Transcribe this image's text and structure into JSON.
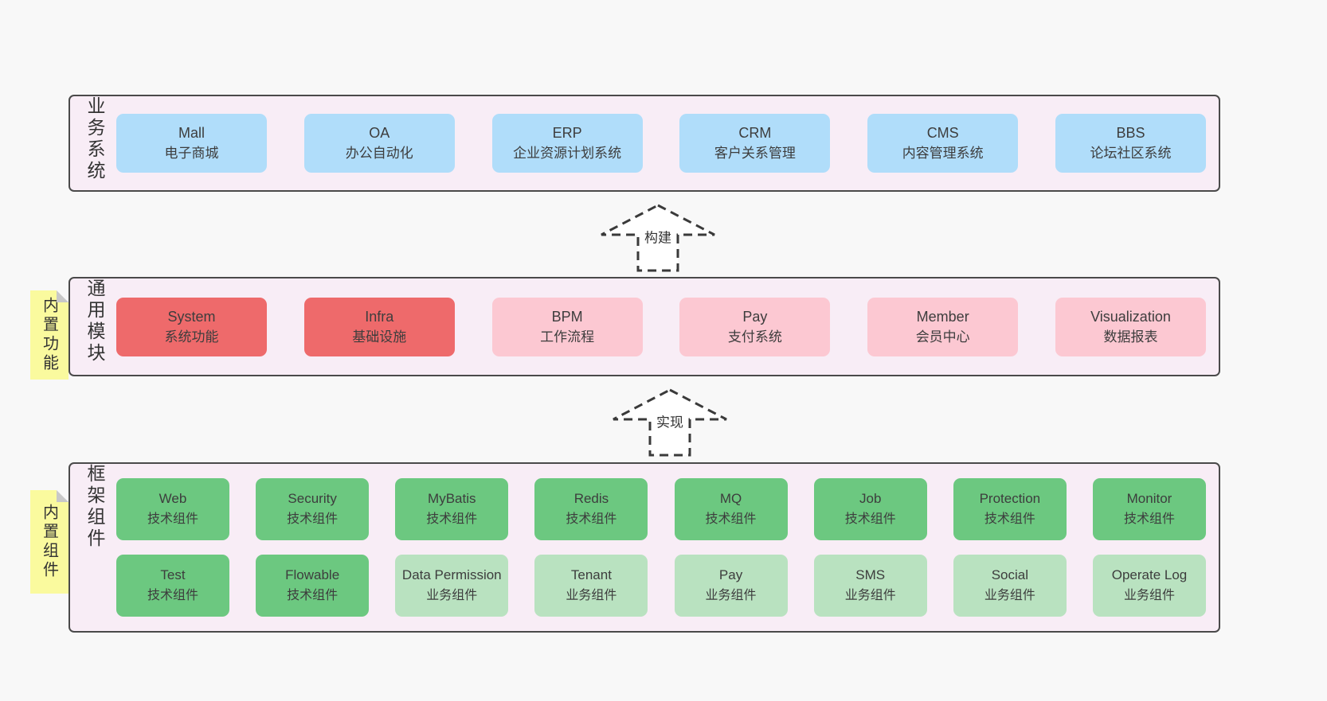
{
  "palette": {
    "page_bg": "#f8f8f8",
    "layer_bg": "#f8edf6",
    "layer_border": "#4a4a4a",
    "blue_node": "#b0ddfa",
    "red_node": "#ee6a6b",
    "pink_node": "#fcc8d2",
    "green_node": "#6cc880",
    "light_green_node": "#b9e2c0",
    "sticky_yellow": "#fafa9e",
    "text": "#3d3d3d"
  },
  "arrows": {
    "build": {
      "label": "构建"
    },
    "implement": {
      "label": "实现"
    }
  },
  "layers": {
    "business": {
      "label": "业务系统",
      "boxes": [
        {
          "title": "Mall",
          "subtitle": "电子商城"
        },
        {
          "title": "OA",
          "subtitle": "办公自动化"
        },
        {
          "title": "ERP",
          "subtitle": "企业资源计划系统"
        },
        {
          "title": "CRM",
          "subtitle": "客户关系管理"
        },
        {
          "title": "CMS",
          "subtitle": "内容管理系统"
        },
        {
          "title": "BBS",
          "subtitle": "论坛社区系统"
        }
      ]
    },
    "modules": {
      "label": "通用模块",
      "sticky": "内置功能",
      "boxes": [
        {
          "title": "System",
          "subtitle": "系统功能",
          "variant": "red"
        },
        {
          "title": "Infra",
          "subtitle": "基础设施",
          "variant": "red"
        },
        {
          "title": "BPM",
          "subtitle": "工作流程",
          "variant": "pink"
        },
        {
          "title": "Pay",
          "subtitle": "支付系统",
          "variant": "pink"
        },
        {
          "title": "Member",
          "subtitle": "会员中心",
          "variant": "pink"
        },
        {
          "title": "Visualization",
          "subtitle": "数据报表",
          "variant": "pink"
        }
      ]
    },
    "components": {
      "label": "框架组件",
      "sticky": "内置组件",
      "row1": [
        {
          "title": "Web",
          "subtitle": "技术组件",
          "variant": "green"
        },
        {
          "title": "Security",
          "subtitle": "技术组件",
          "variant": "green"
        },
        {
          "title": "MyBatis",
          "subtitle": "技术组件",
          "variant": "green"
        },
        {
          "title": "Redis",
          "subtitle": "技术组件",
          "variant": "green"
        },
        {
          "title": "MQ",
          "subtitle": "技术组件",
          "variant": "green"
        },
        {
          "title": "Job",
          "subtitle": "技术组件",
          "variant": "green"
        },
        {
          "title": "Protection",
          "subtitle": "技术组件",
          "variant": "green"
        },
        {
          "title": "Monitor",
          "subtitle": "技术组件",
          "variant": "green"
        }
      ],
      "row2": [
        {
          "title": "Test",
          "subtitle": "技术组件",
          "variant": "green"
        },
        {
          "title": "Flowable",
          "subtitle": "技术组件",
          "variant": "green"
        },
        {
          "title": "Data Permission",
          "subtitle": "业务组件",
          "variant": "lgreen"
        },
        {
          "title": "Tenant",
          "subtitle": "业务组件",
          "variant": "lgreen"
        },
        {
          "title": "Pay",
          "subtitle": "业务组件",
          "variant": "lgreen"
        },
        {
          "title": "SMS",
          "subtitle": "业务组件",
          "variant": "lgreen"
        },
        {
          "title": "Social",
          "subtitle": "业务组件",
          "variant": "lgreen"
        },
        {
          "title": "Operate Log",
          "subtitle": "业务组件",
          "variant": "lgreen"
        }
      ]
    }
  }
}
